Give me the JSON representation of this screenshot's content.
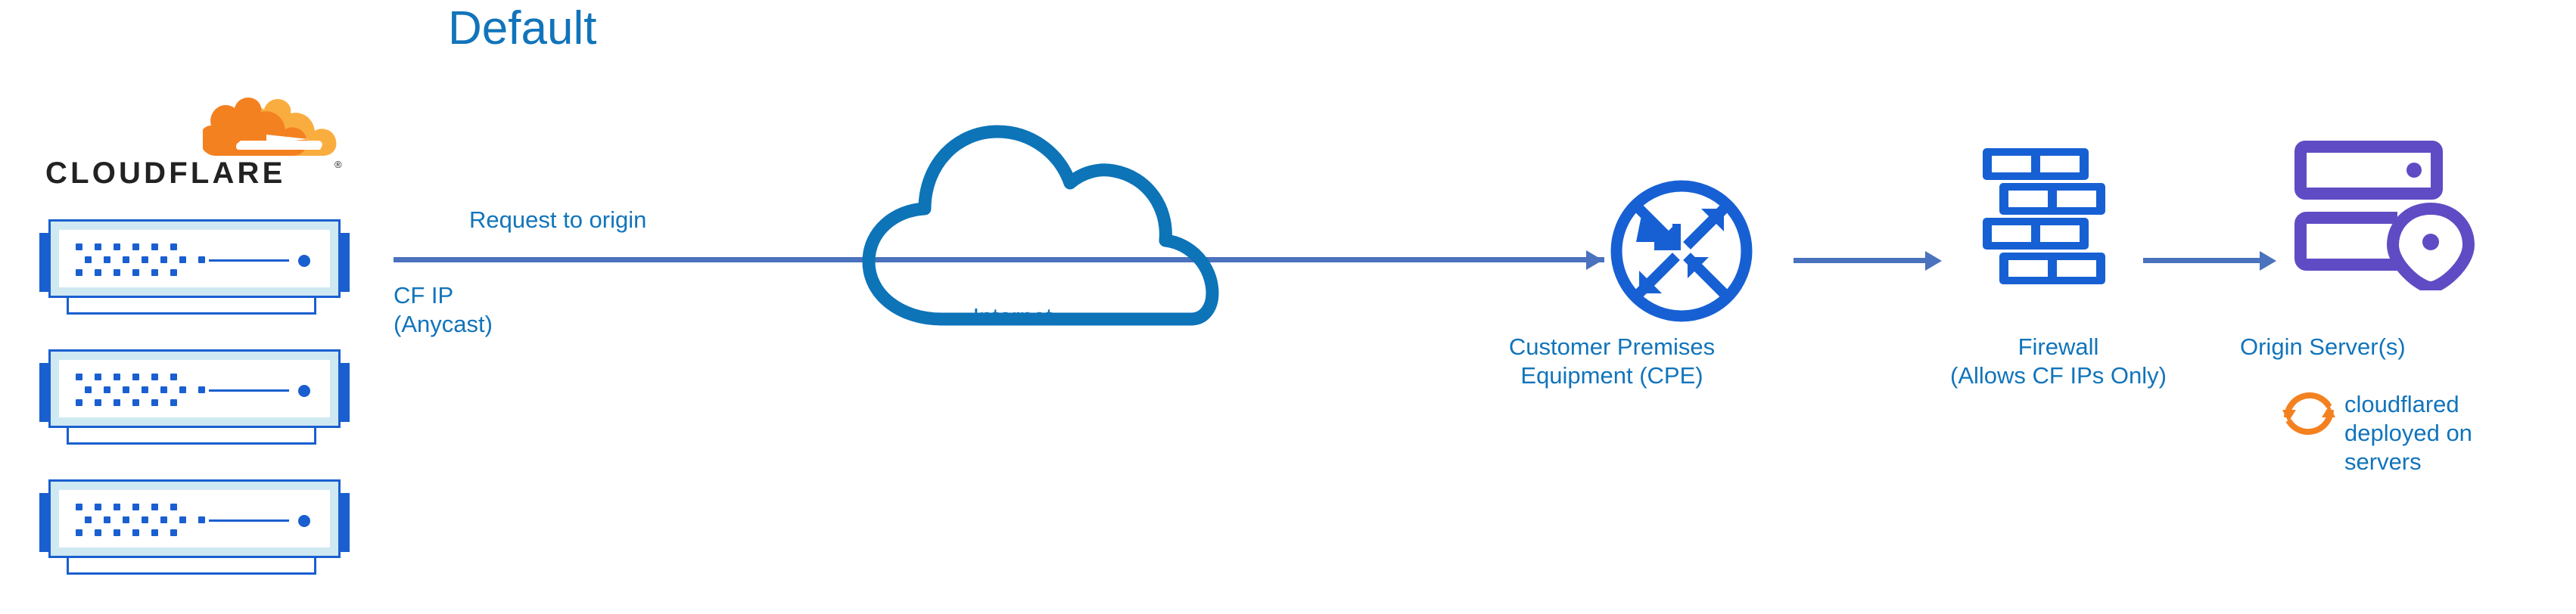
{
  "title": "Default",
  "colors": {
    "heading_blue": "#1174bb",
    "label_blue": "#1174bb",
    "icon_blue": "#1760d4",
    "rack_blue": "#1a5fd0",
    "rack_fill": "#cfe9f2",
    "arrow_blue": "#4a72bd",
    "cloudflare_orange": "#f48120",
    "cloudflare_orange_light": "#faad3f",
    "origin_purple": "#5f4cc4",
    "wordmark_black": "#222222"
  },
  "brand": {
    "logo_wordmark": "CLOUDFLARE",
    "logo_registered_mark": "®",
    "logo_mark_name": "cloudflare-cloud-logo"
  },
  "nodes": {
    "cloudflare_edge": {
      "name": "cloudflare-edge-servers",
      "rack_count": 3,
      "rack_label": "server-rack"
    },
    "internet": {
      "label": "Internet",
      "icon": "cloud-outline-icon"
    },
    "cpe": {
      "label": "Customer Premises\nEquipment (CPE)",
      "icon": "router-circle-arrows-icon"
    },
    "firewall": {
      "label": "Firewall\n(Allows CF IPs Only)",
      "icon": "brick-wall-icon"
    },
    "origin": {
      "label": "Origin Server(s)",
      "icon": "server-stack-location-pin-icon"
    },
    "cloudflared": {
      "label": "cloudflared\ndeployed on\nservers",
      "icon": "sync-circular-arrows-icon"
    }
  },
  "edges": {
    "request_to_origin": {
      "label": "Request to origin",
      "from": "cloudflare-edge-servers",
      "to": "cpe"
    },
    "cf_ip": {
      "label": "CF IP\n(Anycast)"
    },
    "cpe_to_firewall": {
      "label": ""
    },
    "firewall_to_origin": {
      "label": ""
    }
  }
}
